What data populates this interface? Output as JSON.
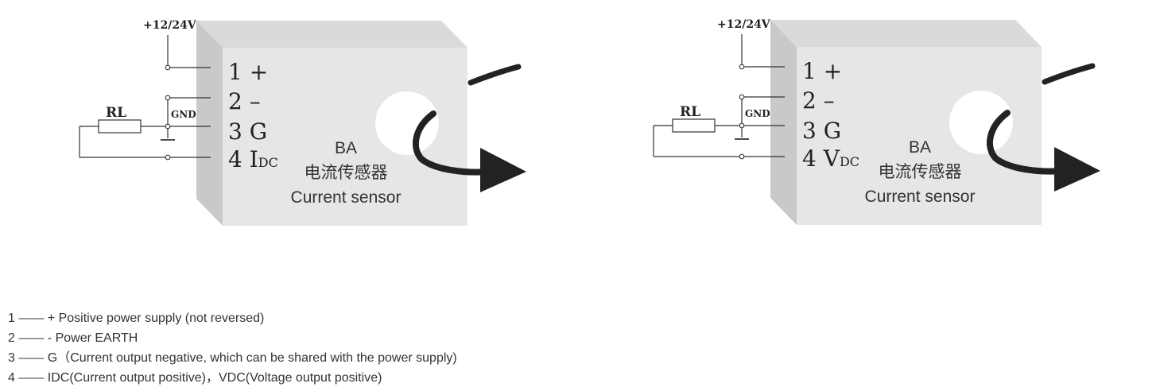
{
  "diagrams": [
    {
      "supply_label": "+12/24V",
      "gnd_label": "GND",
      "load_label": "RL",
      "pins": [
        {
          "number": "1",
          "name": "+"
        },
        {
          "number": "2",
          "name": "–"
        },
        {
          "number": "3",
          "name": "G"
        },
        {
          "number": "4",
          "name": "I",
          "sub": "DC"
        }
      ],
      "sensor_model": "BA",
      "sensor_name_cn": "电流传感器",
      "sensor_name_en": "Current sensor"
    },
    {
      "supply_label": "+12/24V",
      "gnd_label": "GND",
      "load_label": "RL",
      "pins": [
        {
          "number": "1",
          "name": "+"
        },
        {
          "number": "2",
          "name": "–"
        },
        {
          "number": "3",
          "name": "G"
        },
        {
          "number": "4",
          "name": "V",
          "sub": "DC"
        }
      ],
      "sensor_model": "BA",
      "sensor_name_cn": "电流传感器",
      "sensor_name_en": "Current sensor"
    }
  ],
  "notes": [
    "1 —— + Positive power supply (not reversed)",
    "2 —— - Power EARTH",
    "3 —— G（Current output negative, which can be shared with the power supply)",
    "4 —— IDC(Current output positive)，VDC(Voltage output positive)"
  ],
  "colors": {
    "box_front": "#e6e6e6",
    "box_top": "#dadada",
    "box_side": "#c9c9c9",
    "line": "#333333",
    "text": "#333333"
  }
}
